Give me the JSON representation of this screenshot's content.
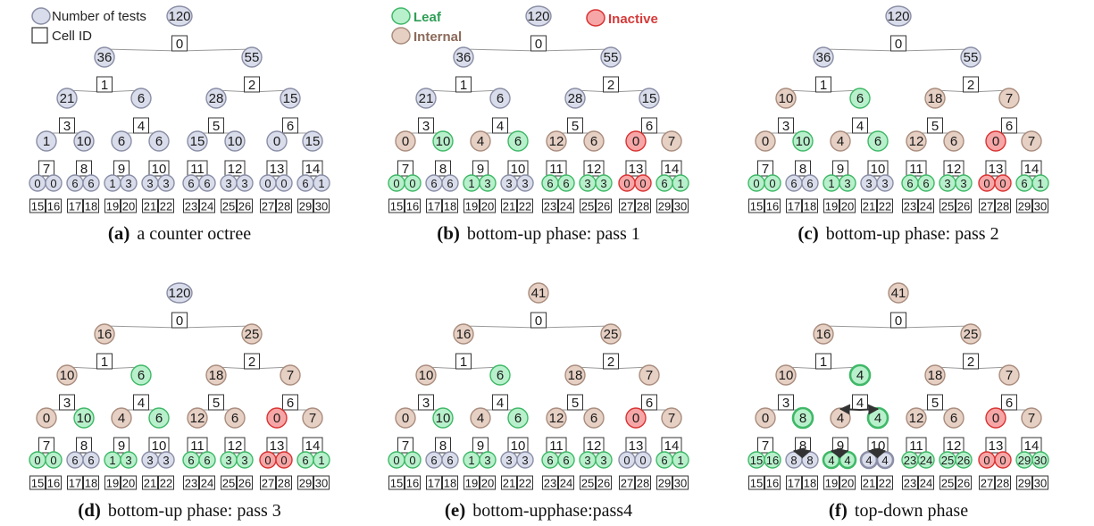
{
  "colors": {
    "default_fill": "#d9dcea",
    "default_stroke": "#8a8ea6",
    "leaf_fill": "#b8f0cc",
    "leaf_stroke": "#3fb867",
    "internal_fill": "#e6cfc3",
    "internal_stroke": "#a98d7e",
    "inactive_fill": "#f6a6a6",
    "inactive_stroke": "#d93333",
    "edge": "#9a9a9a",
    "arrow": "#333333",
    "leaf_label": "#2e9e55",
    "internal_label": "#8b6a5a",
    "inactive_label": "#d63a3a"
  },
  "legend_a": {
    "tests_label": "Number of tests",
    "cell_label": "Cell ID"
  },
  "legend_b": {
    "leaf_label": "Leaf",
    "internal_label": "Internal",
    "inactive_label": "Inactive"
  },
  "cell_ids": [
    "0",
    "1",
    "2",
    "3",
    "4",
    "5",
    "6",
    "7",
    "8",
    "9",
    "10",
    "11",
    "12",
    "13",
    "14",
    "15",
    "16",
    "17",
    "18",
    "19",
    "20",
    "21",
    "22",
    "23",
    "24",
    "25",
    "26",
    "27",
    "28",
    "29",
    "30"
  ],
  "panels": [
    {
      "letter": "(a)",
      "caption": "a counter octree",
      "counts": [
        "120",
        "36",
        "55",
        "21",
        "6",
        "28",
        "15",
        "1",
        "10",
        "6",
        "6",
        "15",
        "10",
        "0",
        "15",
        "0",
        "0",
        "6",
        "6",
        "1",
        "3",
        "3",
        "3",
        "6",
        "6",
        "3",
        "3",
        "0",
        "0",
        "6",
        "1"
      ],
      "states": [
        "D",
        "D",
        "D",
        "D",
        "D",
        "D",
        "D",
        "D",
        "D",
        "D",
        "D",
        "D",
        "D",
        "D",
        "D",
        "D",
        "D",
        "D",
        "D",
        "D",
        "D",
        "D",
        "D",
        "D",
        "D",
        "D",
        "D",
        "D",
        "D",
        "D",
        "D"
      ],
      "arrows": []
    },
    {
      "letter": "(b)",
      "caption": "bottom-up phase: pass 1",
      "counts": [
        "120",
        "36",
        "55",
        "21",
        "6",
        "28",
        "15",
        "0",
        "10",
        "4",
        "6",
        "12",
        "6",
        "0",
        "7",
        "0",
        "0",
        "6",
        "6",
        "1",
        "3",
        "3",
        "3",
        "6",
        "6",
        "3",
        "3",
        "0",
        "0",
        "6",
        "1"
      ],
      "states": [
        "D",
        "D",
        "D",
        "D",
        "D",
        "D",
        "D",
        "I",
        "L",
        "I",
        "L",
        "I",
        "I",
        "X",
        "I",
        "L",
        "L",
        "D",
        "D",
        "L",
        "L",
        "D",
        "D",
        "L",
        "L",
        "L",
        "L",
        "X",
        "X",
        "L",
        "L"
      ],
      "arrows": []
    },
    {
      "letter": "(c)",
      "caption": "bottom-up phase: pass 2",
      "counts": [
        "120",
        "36",
        "55",
        "10",
        "6",
        "18",
        "7",
        "0",
        "10",
        "4",
        "6",
        "12",
        "6",
        "0",
        "7",
        "0",
        "0",
        "6",
        "6",
        "1",
        "3",
        "3",
        "3",
        "6",
        "6",
        "3",
        "3",
        "0",
        "0",
        "6",
        "1"
      ],
      "states": [
        "D",
        "D",
        "D",
        "I",
        "L",
        "I",
        "I",
        "I",
        "L",
        "I",
        "L",
        "I",
        "I",
        "X",
        "I",
        "L",
        "L",
        "D",
        "D",
        "L",
        "L",
        "D",
        "D",
        "L",
        "L",
        "L",
        "L",
        "X",
        "X",
        "L",
        "L"
      ],
      "arrows": []
    },
    {
      "letter": "(d)",
      "caption": "bottom-up phase: pass 3",
      "counts": [
        "120",
        "16",
        "25",
        "10",
        "6",
        "18",
        "7",
        "0",
        "10",
        "4",
        "6",
        "12",
        "6",
        "0",
        "7",
        "0",
        "0",
        "6",
        "6",
        "1",
        "3",
        "3",
        "3",
        "6",
        "6",
        "3",
        "3",
        "0",
        "0",
        "6",
        "1"
      ],
      "states": [
        "D",
        "I",
        "I",
        "I",
        "L",
        "I",
        "I",
        "I",
        "L",
        "I",
        "L",
        "I",
        "I",
        "X",
        "I",
        "L",
        "L",
        "D",
        "D",
        "L",
        "L",
        "D",
        "D",
        "L",
        "L",
        "L",
        "L",
        "X",
        "X",
        "L",
        "L"
      ],
      "arrows": []
    },
    {
      "letter": "(e)",
      "caption": "bottom-upphase:pass4",
      "counts": [
        "41",
        "16",
        "25",
        "10",
        "6",
        "18",
        "7",
        "0",
        "10",
        "4",
        "6",
        "12",
        "6",
        "0",
        "7",
        "0",
        "0",
        "6",
        "6",
        "1",
        "3",
        "3",
        "3",
        "6",
        "6",
        "3",
        "3",
        "0",
        "0",
        "6",
        "1"
      ],
      "states": [
        "I",
        "I",
        "I",
        "I",
        "L",
        "I",
        "I",
        "I",
        "L",
        "I",
        "L",
        "I",
        "I",
        "X",
        "I",
        "L",
        "L",
        "D",
        "D",
        "L",
        "L",
        "D",
        "D",
        "L",
        "L",
        "L",
        "L",
        "D",
        "D",
        "L",
        "L"
      ],
      "arrows": []
    },
    {
      "letter": "(f)",
      "caption": "top-down phase",
      "counts": [
        "41",
        "16",
        "25",
        "10",
        "4",
        "18",
        "7",
        "0",
        "8",
        "4",
        "4",
        "12",
        "6",
        "0",
        "7",
        "15",
        "16",
        "8",
        "8",
        "4",
        "4",
        "4",
        "4",
        "23",
        "24",
        "25",
        "26",
        "0",
        "0",
        "29",
        "30"
      ],
      "states": [
        "I",
        "I",
        "I",
        "I",
        "L",
        "I",
        "I",
        "I",
        "L",
        "I",
        "L",
        "I",
        "I",
        "X",
        "I",
        "L",
        "L",
        "D",
        "D",
        "L",
        "L",
        "D",
        "D",
        "L",
        "L",
        "L",
        "L",
        "X",
        "X",
        "L",
        "L"
      ],
      "bold": [
        4,
        8,
        10,
        19,
        20,
        21,
        22
      ],
      "arrows": [
        [
          4,
          9
        ],
        [
          4,
          10
        ],
        [
          8,
          17
        ],
        [
          8,
          18
        ],
        [
          9,
          19
        ],
        [
          9,
          20
        ],
        [
          10,
          21
        ],
        [
          10,
          22
        ]
      ]
    }
  ]
}
